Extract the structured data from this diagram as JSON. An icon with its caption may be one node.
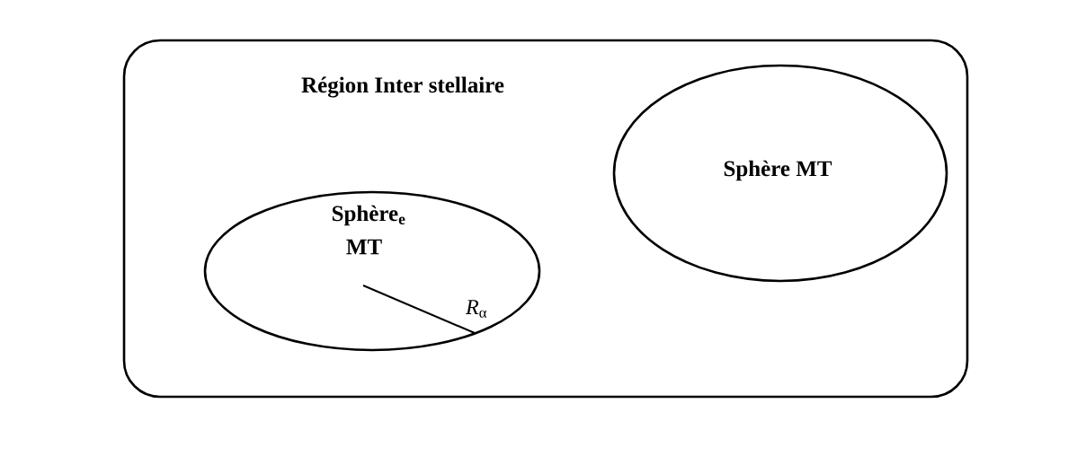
{
  "diagram": {
    "nodes": [
      {
        "text": [
          "Région Inter stellaire"
        ]
      },
      {
        "text": [
          "Sphère$_{e}$",
          "MT"
        ],
        "in": 0
      },
      {
        "text": [
          "Sphère MT"
        ],
        "in": 0
      }
    ],
    "labels": [
      "*R*$_{α}$"
    ]
  }
}
